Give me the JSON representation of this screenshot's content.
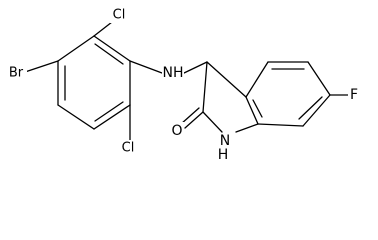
{
  "molecule": {
    "atoms": {
      "br": "Br",
      "cl_top": "Cl",
      "cl_bottom": "Cl",
      "nh_amine": "NH",
      "f": "F",
      "o": "O",
      "nh_ring": "NH"
    }
  }
}
